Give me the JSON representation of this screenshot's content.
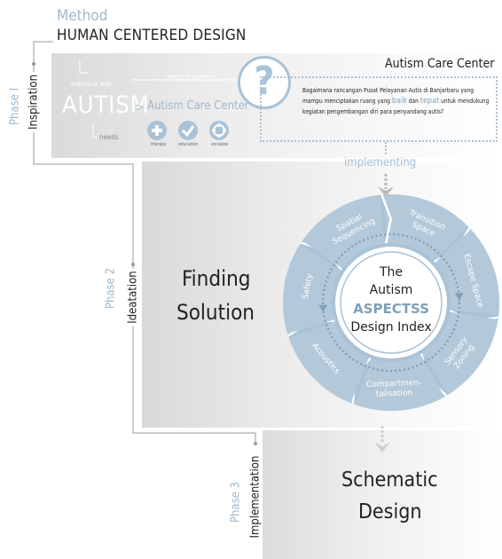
{
  "header": {
    "method": "Method",
    "title": "HUMAN CENTERED DESIGN"
  },
  "phase1": {
    "phase": "Phase I",
    "name": "Inspiration",
    "individual_with": "Individual with",
    "autism": "AUTISM",
    "needs": "needs",
    "sharing": "sharing the problem",
    "care_center": "Autism Care Center",
    "icons": [
      {
        "label": "therapy",
        "icon": "plus-icon"
      },
      {
        "label": "education",
        "icon": "check-icon"
      },
      {
        "label": "socialize",
        "icon": "people-icon"
      }
    ],
    "question_title": "Autism Care Center",
    "question_before_baik": "Bagaimana rancangan Pusat Pelayanan Autis di Banjarbaru yang mampu menciptakan ruang yang",
    "baik": "baik",
    "dan": "dan",
    "tepat": "tepat",
    "question_after": "untuk mendukung kegiatan pengembangan diri para penyandang autis?"
  },
  "arrow_label": "implementing",
  "phase2": {
    "phase": "Phase 2",
    "name": "Ideatation",
    "finding": "Finding",
    "solution": "Solution",
    "center_lines": [
      "The",
      "Autism",
      "ASPECTSS",
      "Design Index"
    ],
    "segments": [
      {
        "label_lines": [
          "Transition",
          "Space"
        ]
      },
      {
        "label_lines": [
          "Escape Space"
        ]
      },
      {
        "label_lines": [
          "Sensory",
          "Zoning"
        ]
      },
      {
        "label_lines": [
          "Compartmen-",
          "talisation"
        ]
      },
      {
        "label_lines": [
          "Acoustics"
        ]
      },
      {
        "label_lines": [
          "Safety"
        ]
      },
      {
        "label_lines": [
          "Spatial",
          "Sequencing"
        ]
      }
    ]
  },
  "phase3": {
    "phase": "Phase 3",
    "name": "Implementation",
    "schematic": "Schematic",
    "design": "Design"
  },
  "colors": {
    "accent": "#a9c2d6",
    "accent_dark": "#7fa0b9",
    "text": "#222222",
    "grey": "#9a9a9a"
  }
}
